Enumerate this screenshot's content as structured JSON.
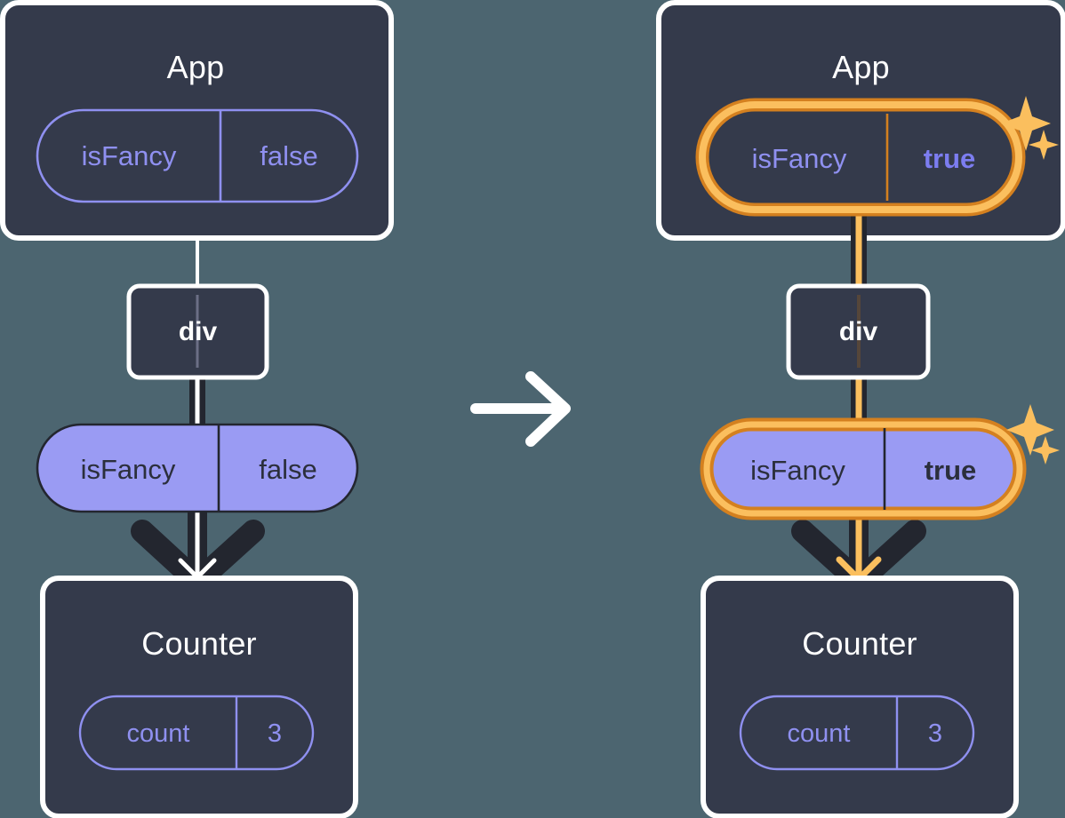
{
  "diagram": {
    "type": "react-state-tree-comparison",
    "title_left": "App",
    "title_right": "App",
    "transition_icon": "right-arrow-icon",
    "colors": {
      "background": "#4c6570",
      "box_fill": "#343a4b",
      "box_stroke": "#ffffff",
      "pill_outline_stroke": "#8f90f0",
      "pill_filled_fill": "#9a9bf3",
      "pill_filled_stroke": "#23262f",
      "highlight_outer": "#d4801f",
      "highlight_inner": "#fbbf5e",
      "sparkle": "#fbbf5e",
      "edge_dark": "#23262f",
      "edge_white": "#ffffff",
      "edge_orange": "#fbbf5e"
    },
    "panels": [
      {
        "id": "before",
        "highlighted": false,
        "app": {
          "name": "App",
          "state": {
            "key": "isFancy",
            "value": "false",
            "style": "outline",
            "highlighted": false
          }
        },
        "div": {
          "name": "div"
        },
        "prop": {
          "key": "isFancy",
          "value": "false",
          "style": "filled",
          "highlighted": false
        },
        "counter": {
          "name": "Counter",
          "state": {
            "key": "count",
            "value": "3",
            "style": "outline",
            "highlighted": false
          }
        }
      },
      {
        "id": "after",
        "highlighted": true,
        "app": {
          "name": "App",
          "state": {
            "key": "isFancy",
            "value": "true",
            "style": "outline",
            "highlighted": true
          }
        },
        "div": {
          "name": "div"
        },
        "prop": {
          "key": "isFancy",
          "value": "true",
          "style": "filled",
          "highlighted": true
        },
        "counter": {
          "name": "Counter",
          "state": {
            "key": "count",
            "value": "3",
            "style": "outline",
            "highlighted": false
          }
        }
      }
    ]
  }
}
